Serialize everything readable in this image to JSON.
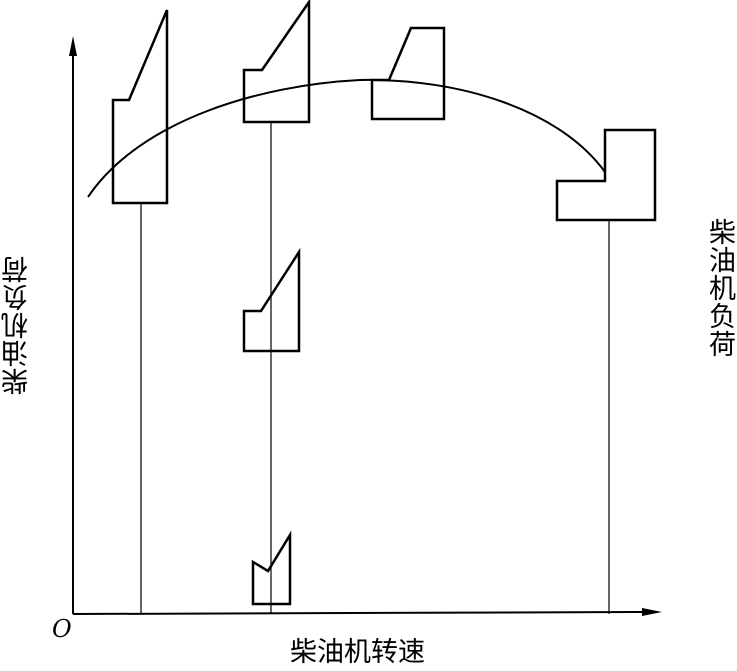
{
  "labels": {
    "origin": "O",
    "x_axis": "柴油机转速",
    "y_axis_left": "柴油机负荷",
    "y_axis_right": "柴油机负荷"
  },
  "colors": {
    "ink": "#000000",
    "paper": "#ffffff"
  }
}
